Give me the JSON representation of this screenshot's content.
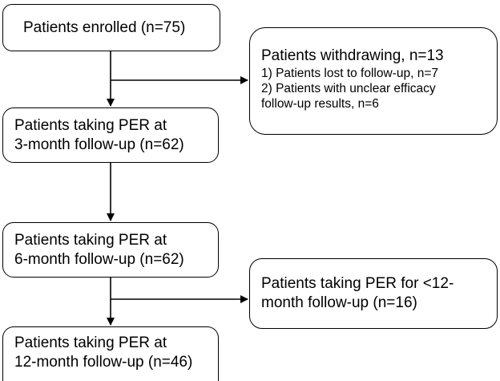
{
  "boxes": {
    "enrolled": {
      "line1": "Patients enrolled (n=75)"
    },
    "withdrawing": {
      "heading": "Patients withdrawing, n=13",
      "item1": "1) Patients lost to follow-up, n=7",
      "item2_line1": "2) Patients with unclear efficacy",
      "item2_line2": "follow-up results, n=6"
    },
    "month3": {
      "line1": "Patients taking PER at",
      "line2": "3-month follow-up (n=62)"
    },
    "month6": {
      "line1": "Patients taking PER at",
      "line2": "6-month follow-up (n=62)"
    },
    "lt12": {
      "line1": "Patients taking PER for <12-",
      "line2": "month follow-up (n=16)"
    },
    "month12": {
      "line1": "Patients taking PER at",
      "line2": "12-month follow-up (n=46)"
    }
  }
}
